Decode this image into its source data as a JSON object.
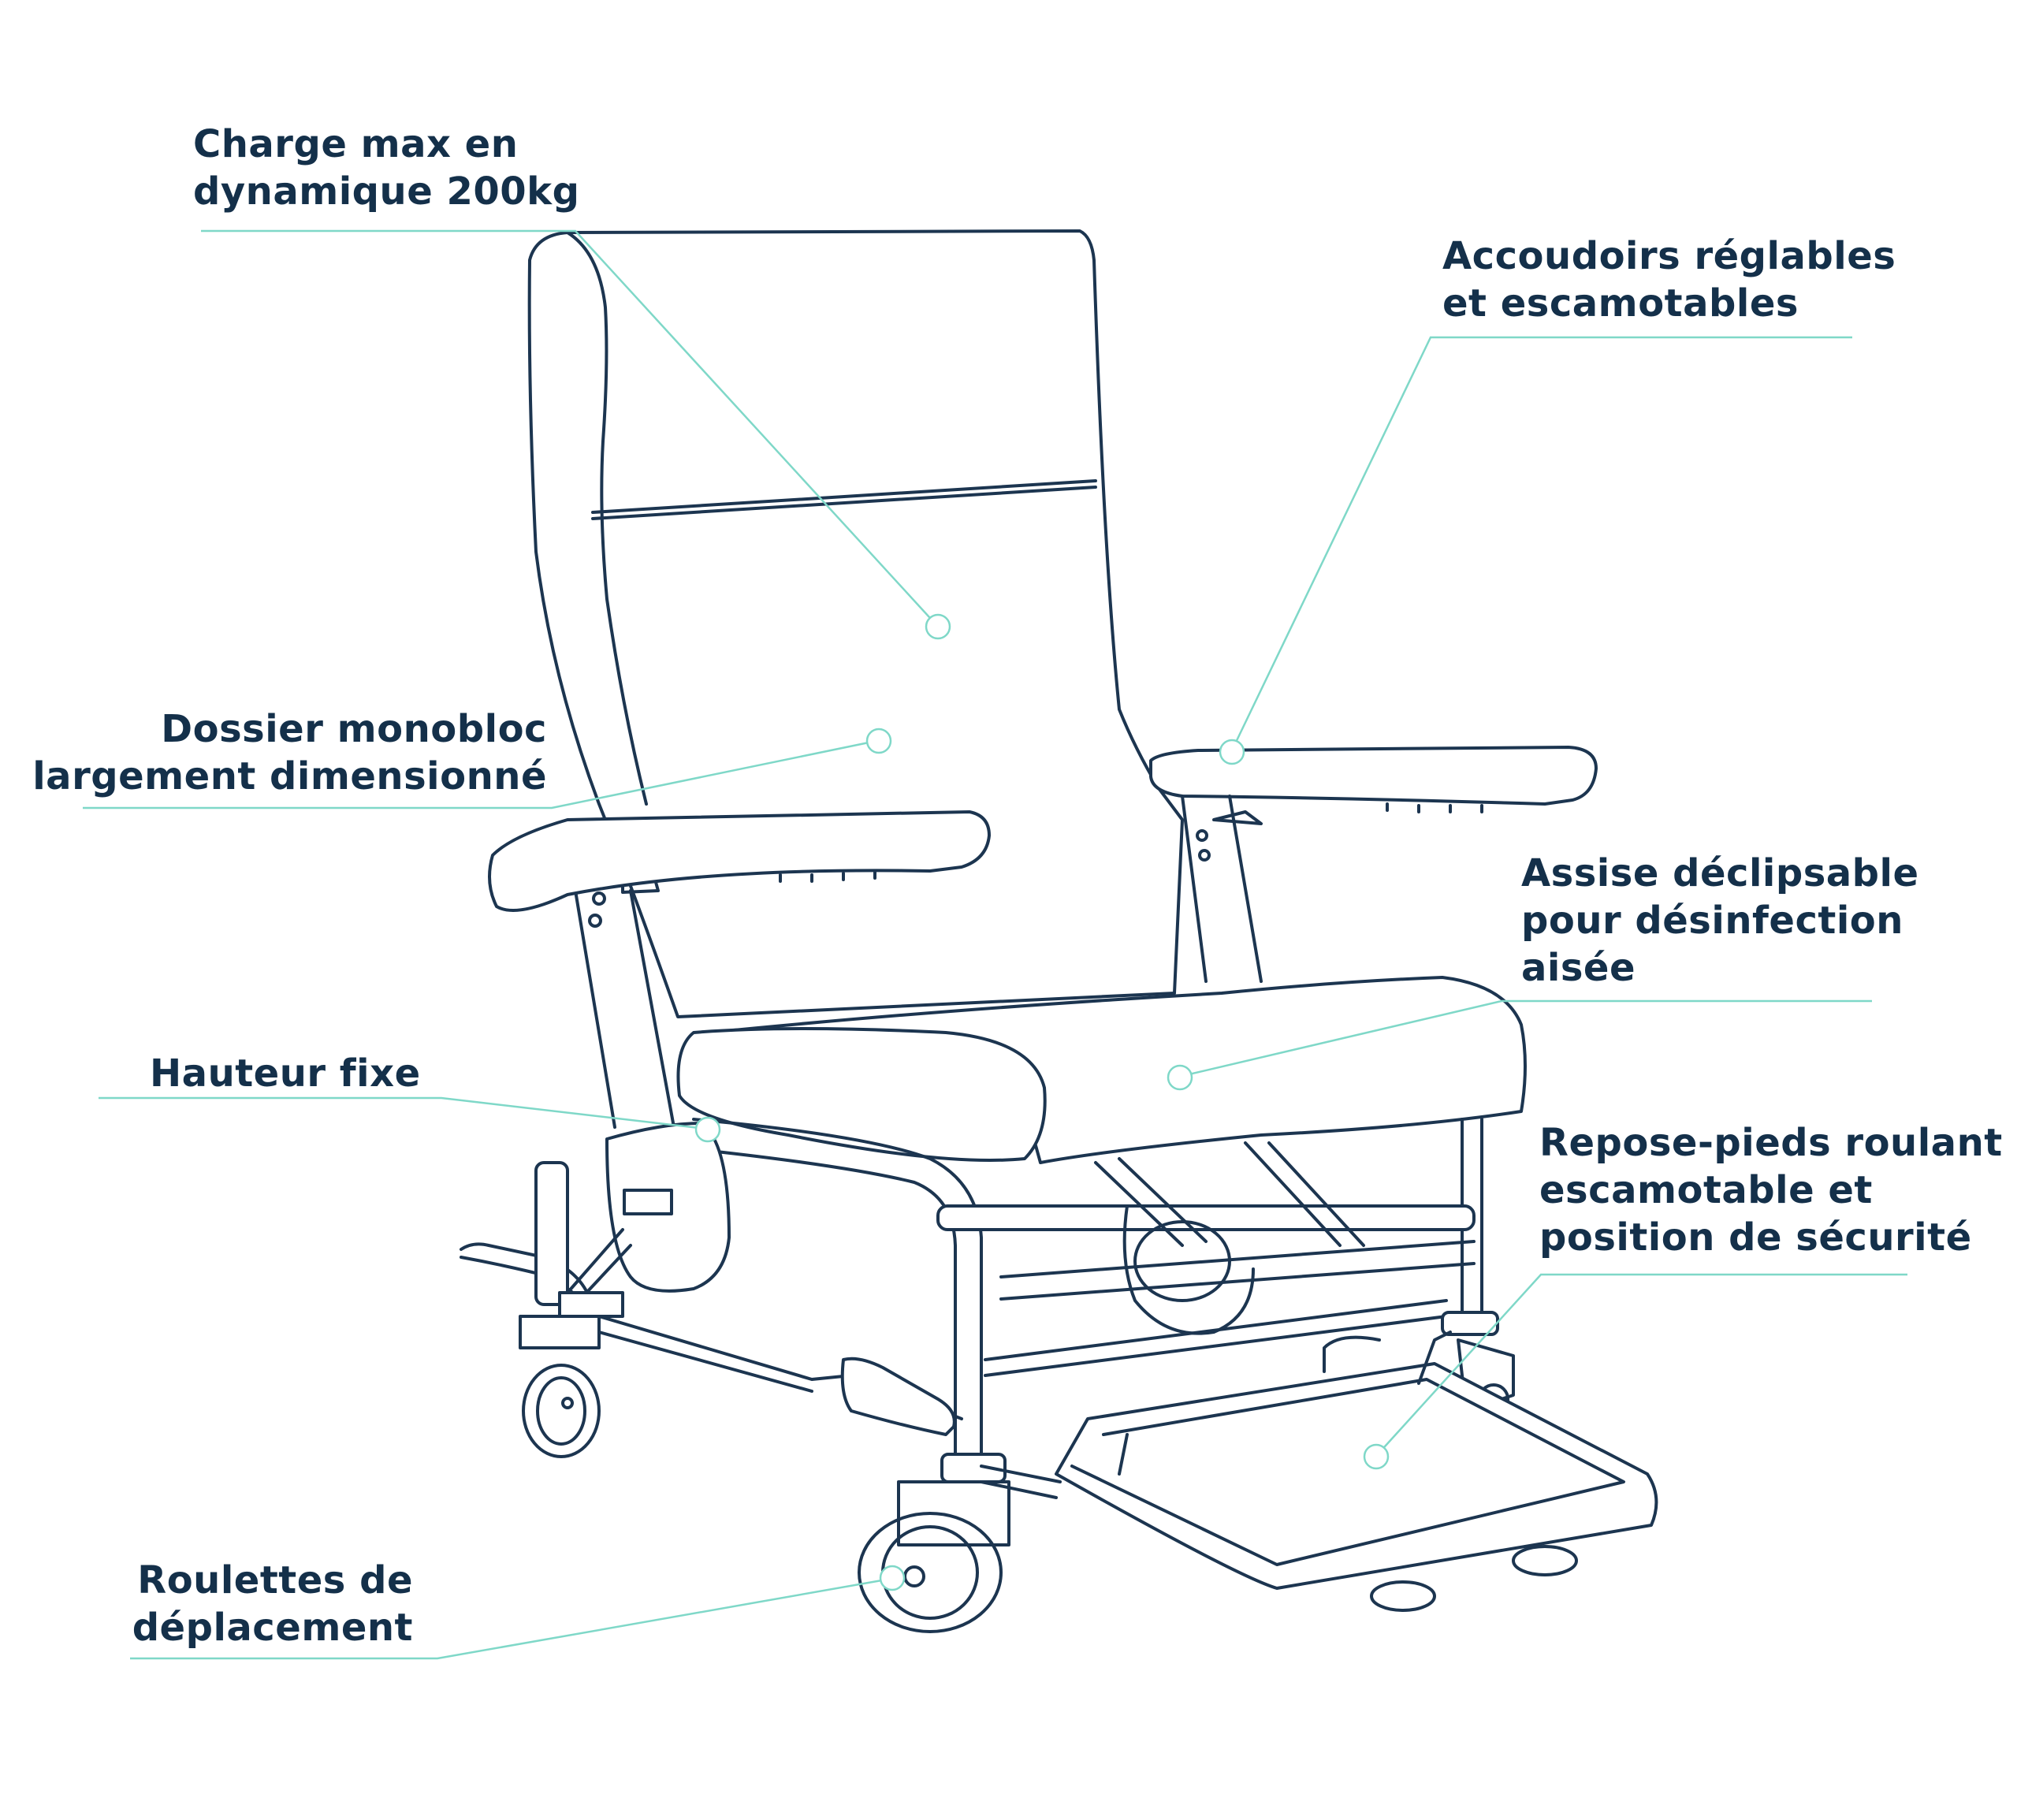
{
  "colors": {
    "text": "#14304a",
    "drawing": "#1c3550",
    "leader": "#7fd8c8",
    "background": "#ffffff"
  },
  "labels": {
    "charge": {
      "line1": "Charge max en",
      "line2": "dynamique 200kg"
    },
    "accoudoirs": {
      "line1": "Accoudoirs réglables",
      "line2": "et escamotables"
    },
    "dossier": {
      "line1": "Dossier monobloc",
      "line2": "largement dimensionné"
    },
    "assise": {
      "line1": "Assise déclipsable",
      "line2": "pour désinfection",
      "line3": "aisée"
    },
    "hauteur": {
      "line1": "Hauteur fixe"
    },
    "repose": {
      "line1": "Repose-pieds roulant",
      "line2": "escamotable et",
      "line3": "position de sécurité"
    },
    "roulettes": {
      "line1": "Roulettes de",
      "line2": "déplacement"
    }
  }
}
